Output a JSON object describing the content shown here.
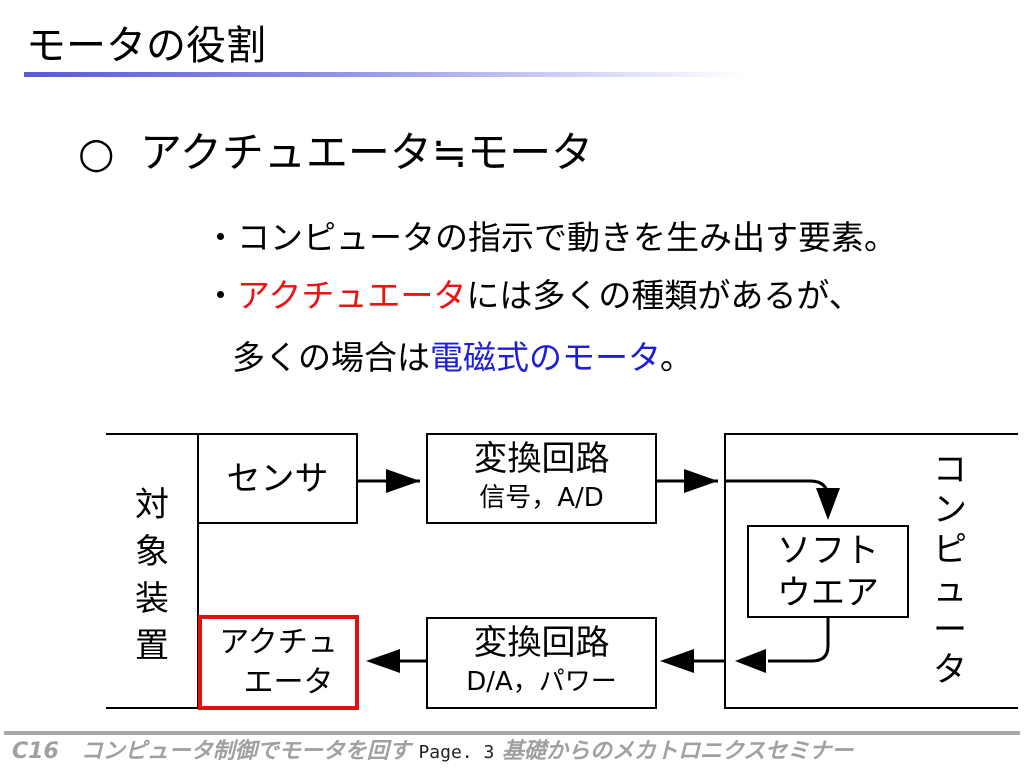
{
  "slide": {
    "title": "モータの役割",
    "heading_mark": "○",
    "heading_text": "アクチュエータ≒モータ",
    "bullet1": {
      "marker": "・",
      "text": "コンピュータの指示で動きを生み出す要素。"
    },
    "bullet2": {
      "marker": "・",
      "highlight": "アクチュエータ",
      "rest": "には多くの種類があるが、"
    },
    "bullet3": {
      "prefix": "多くの場合は",
      "highlight": "電磁式のモータ",
      "suffix": "。"
    }
  },
  "diagram": {
    "target_device": "対象装置",
    "sensor": "センサ",
    "converter_top_title": "変換回路",
    "converter_top_sub": "信号，A/D",
    "converter_bottom_title": "変換回路",
    "converter_bottom_sub": "D/A，パワー",
    "actuator_line1": "アクチュ",
    "actuator_line2": "エータ",
    "software_line1": "ソフト",
    "software_line2": "ウエア",
    "computer": "コンピュータ",
    "actuator_border_color": "#e01010"
  },
  "footer": {
    "left": "C16　コンピュータ制御でモータを回す",
    "page": "Page. 3",
    "right": "基礎からのメカトロニクスセミナー"
  }
}
